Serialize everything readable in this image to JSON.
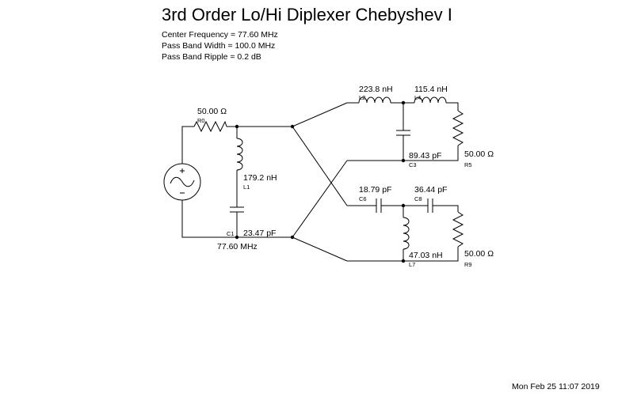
{
  "title": "3rd Order Lo/Hi Diplexer Chebyshev I",
  "specs": {
    "center_frequency": "Center Frequency = 77.60 MHz",
    "pass_band_width": "Pass Band Width = 100.0 MHz",
    "pass_band_ripple": "Pass Band Ripple = 0.2 dB"
  },
  "components": {
    "R0": {
      "ref": "R0",
      "value": "50.00 Ω"
    },
    "L1": {
      "ref": "L1",
      "value": "179.2 nH"
    },
    "C1": {
      "ref": "C1",
      "value": "23.47 pF"
    },
    "L2": {
      "ref": "L2",
      "value": "223.8 nH"
    },
    "L4": {
      "ref": "L4",
      "value": "115.4 nH"
    },
    "C3": {
      "ref": "C3",
      "value": "89.43 pF"
    },
    "R5": {
      "ref": "R5",
      "value": "50.00 Ω"
    },
    "C6": {
      "ref": "C6",
      "value": "18.79 pF"
    },
    "C8": {
      "ref": "C8",
      "value": "36.44 pF"
    },
    "L7": {
      "ref": "L7",
      "value": "47.03 nH"
    },
    "R9": {
      "ref": "R9",
      "value": "50.00 Ω"
    }
  },
  "source_frequency": "77.60 MHz",
  "timestamp": "Mon Feb 25 11:07 2019"
}
